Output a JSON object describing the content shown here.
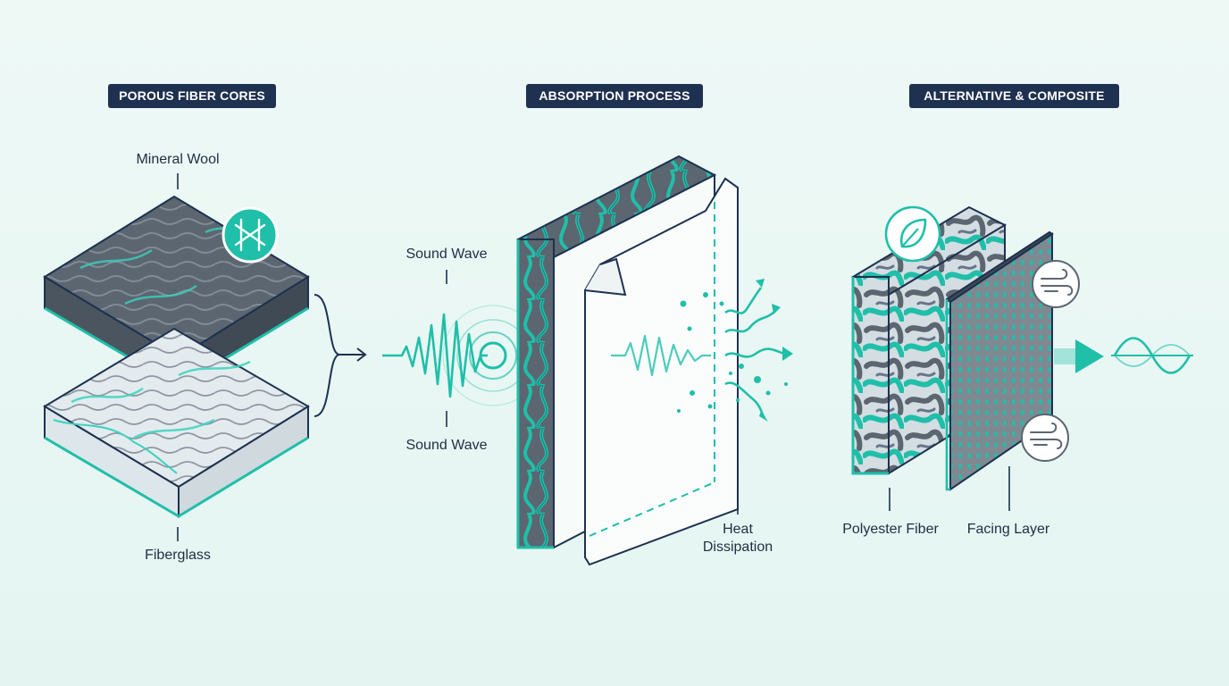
{
  "sections": {
    "porous": {
      "title": "POROUS FIBER CORES"
    },
    "absorption": {
      "title": "ABSORPTION PROCESS"
    },
    "alternative": {
      "title": "ALTERNATIVE & COMPOSITE"
    }
  },
  "labels": {
    "mineral_wool": "Mineral Wool",
    "fiberglass": "Fiberglass",
    "sound_wave_top": "Sound Wave",
    "sound_wave_bottom": "Sound Wave",
    "heat_line1": "Heat",
    "heat_line2": "Dissipation",
    "polyester_fiber": "Polyester Fiber",
    "facing_layer": "Facing Layer"
  },
  "colors": {
    "background": "#e9f7f4",
    "navy": "#1e3150",
    "teal": "#1fbfa9",
    "dark_slab": "#5b6670",
    "light_slab": "#e5ebef"
  },
  "icons": [
    "fiber-knot-icon",
    "leaf-icon",
    "wind-icon",
    "wind-icon",
    "arrow-right-icon",
    "sine-wave-icon"
  ]
}
